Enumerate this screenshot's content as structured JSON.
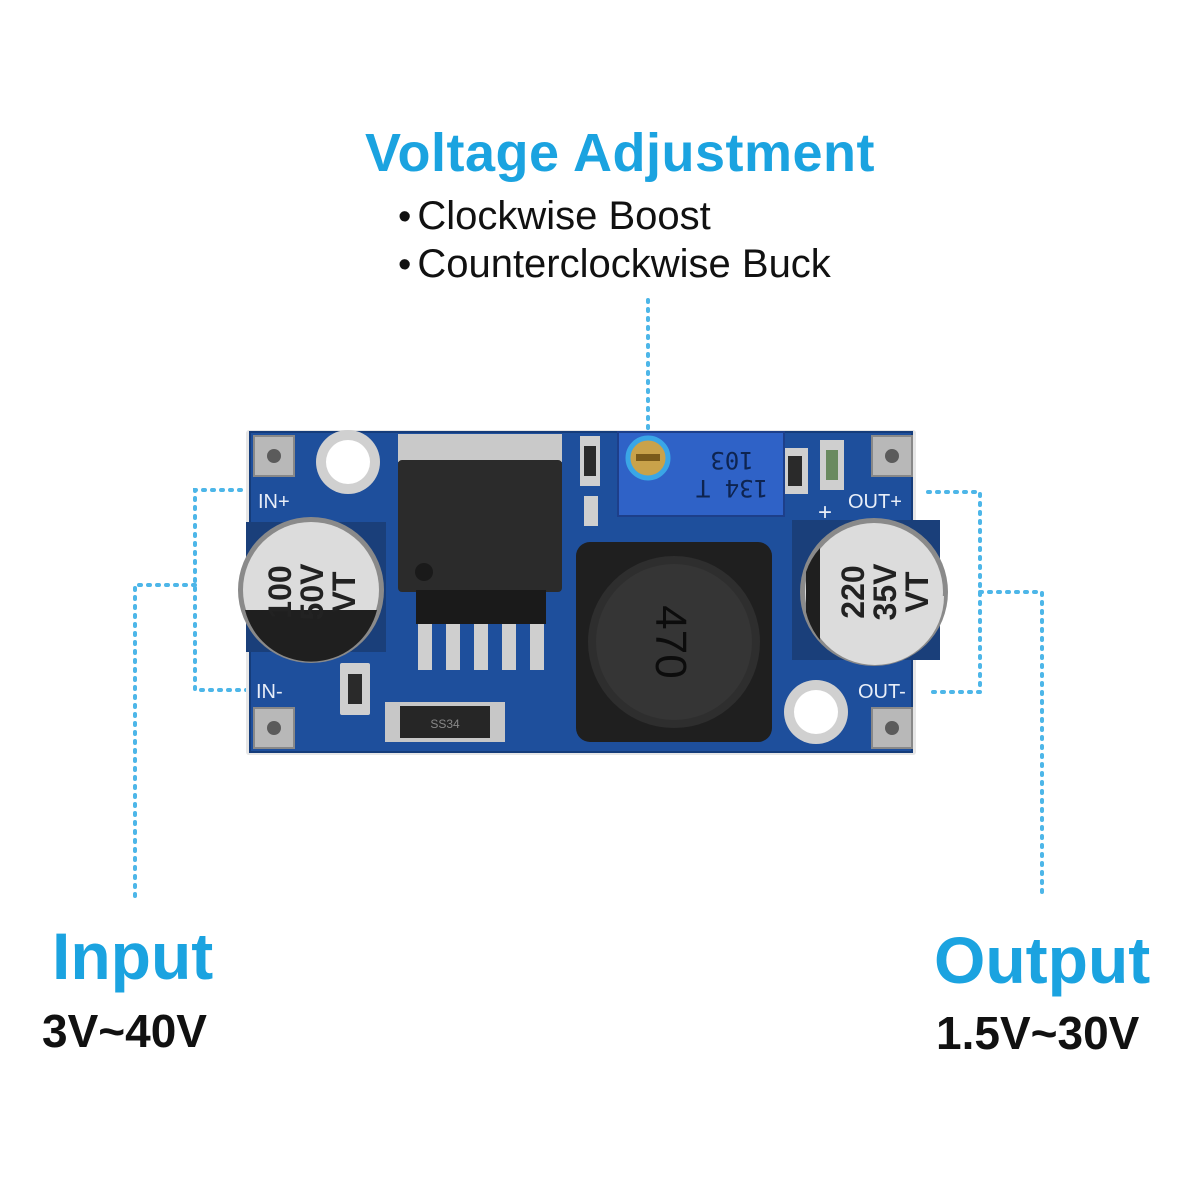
{
  "heading": {
    "title": "Voltage Adjustment",
    "bullets": [
      "Clockwise Boost",
      "Counterclockwise Buck"
    ]
  },
  "input": {
    "label": "Input",
    "range": "3V~40V"
  },
  "output": {
    "label": "Output",
    "range": "1.5V~30V"
  },
  "board": {
    "pin_labels": {
      "in_plus": "IN+",
      "in_minus": "IN-",
      "out_plus": "OUT+",
      "out_minus": "OUT-",
      "plus_mark": "+"
    },
    "input_capacitor": {
      "value": "100",
      "voltage": "50V",
      "series": "VT"
    },
    "output_capacitor": {
      "value": "220",
      "voltage": "35V",
      "series": "VT"
    },
    "inductor_marking": "470",
    "trimmer_marking": {
      "line1": "103",
      "line2": "134 T"
    },
    "diode_marking": "SS34"
  },
  "colors": {
    "accent": "#1ba3e0",
    "pcb": "#1e4f9c",
    "text": "#111111"
  }
}
